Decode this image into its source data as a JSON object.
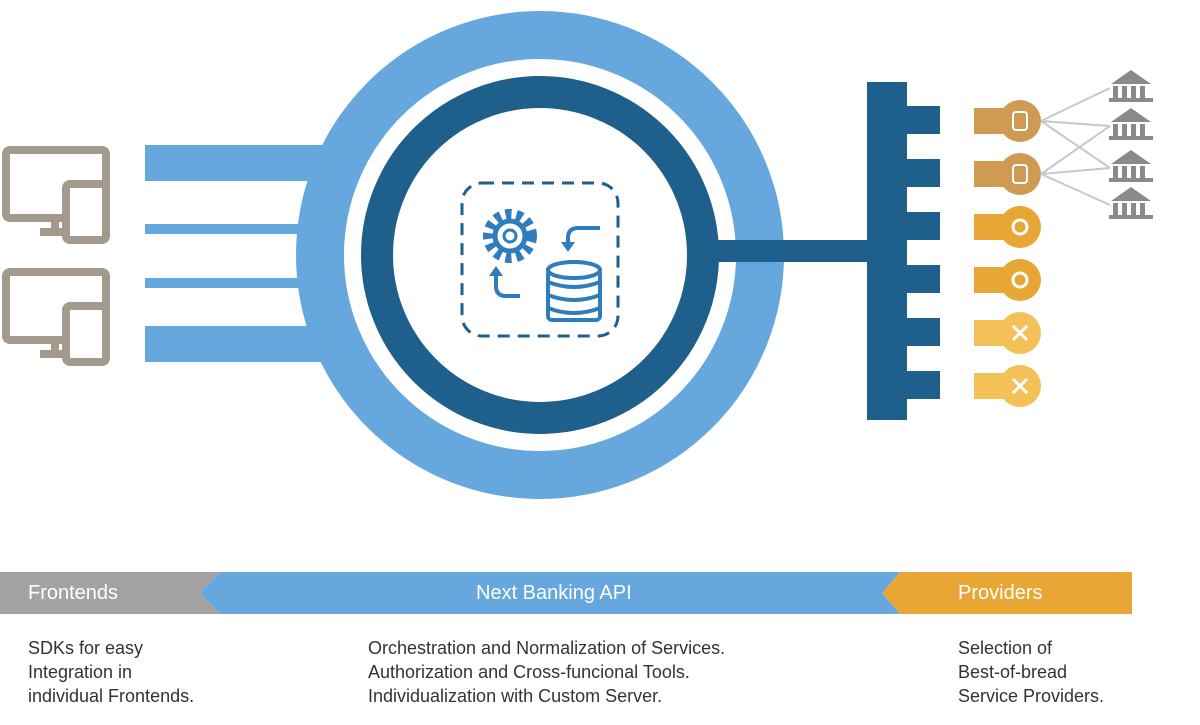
{
  "colors": {
    "light_blue": "#66a8dd",
    "dark_blue": "#1f5f8c",
    "gray": "#a3a3a3",
    "device_brown": "#a39a8d",
    "gold": "#e8a634",
    "bank_gray": "#8a8a8a"
  },
  "icons": {
    "devices": "desktop-tablet-icon",
    "core": "gear-database-cycle-icon",
    "provider_database": "database-icon",
    "provider_dot": "circle-icon",
    "provider_cross": "cross-icon",
    "bank": "bank-building-icon"
  },
  "bands": {
    "frontends": "Frontends",
    "api": "Next Banking API",
    "providers": "Providers"
  },
  "descriptions": {
    "frontends": [
      "SDKs for easy",
      "Integration in",
      "individual Frontends."
    ],
    "api": [
      "Orchestration and Normalization of Services.",
      "Authorization and Cross-funcional Tools.",
      "Individualization with Custom Server."
    ],
    "providers": [
      "Selection of",
      "Best-of-bread",
      "Service Providers."
    ]
  }
}
